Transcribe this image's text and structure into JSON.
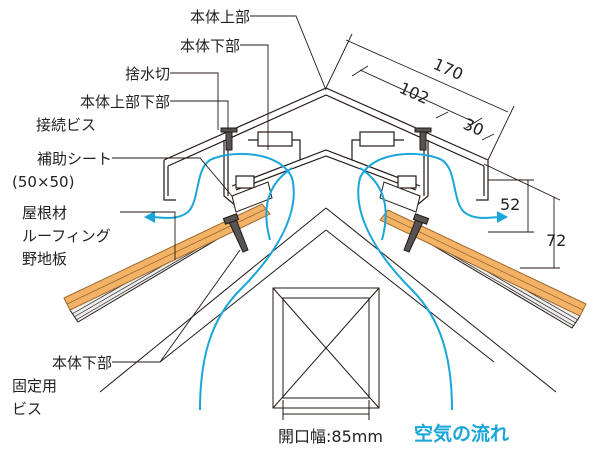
{
  "labels": {
    "honntai_joubu": "本体上部",
    "honntai_kabu": "本体下部",
    "sutemizu": "捨水切",
    "setsuzoku_line1": "本体上部下部",
    "setsuzoku_line2": "接続ビス",
    "hojo_line1": "補助シート",
    "hojo_line2": "(50×50)",
    "yane_line1": "屋根材",
    "yane_line2": "ルーフィング",
    "yane_line3": "野地板",
    "kotei_line1": "本体下部",
    "kotei_line2": "固定用",
    "kotei_line3": "ビス"
  },
  "dimensions": {
    "d170": "170",
    "d102": "102",
    "d30": "30",
    "d52": "52",
    "d72": "72",
    "opening": "開口幅:85mm"
  },
  "air_flow_label": "空気の流れ",
  "colors": {
    "line": "#231815",
    "air_flow": "#1aa6d9",
    "wood": "#f3b367",
    "wood_edge": "#a0682c",
    "sheet": "#eeeeee"
  }
}
